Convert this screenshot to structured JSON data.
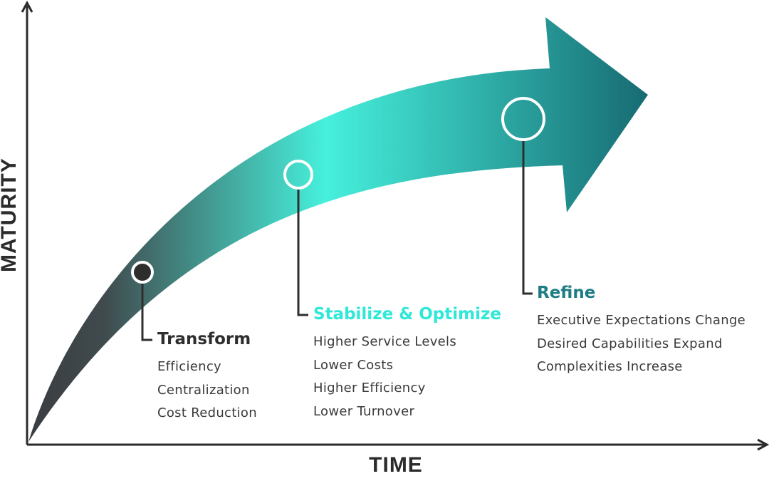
{
  "axes": {
    "x_label": "TIME",
    "y_label": "MATURITY"
  },
  "colors": {
    "axis": "#2b2b2b",
    "arrow_start": "#3a3d42",
    "arrow_mid": "#46f0dc",
    "arrow_end": "#176b73",
    "transform_title": "#2e2e2e",
    "stabilize_title": "#2ee8d8",
    "refine_title": "#1f7c84"
  },
  "stages": [
    {
      "id": "transform",
      "title": "Transform",
      "items": [
        "Efficiency",
        "Centralization",
        "Cost Reduction"
      ]
    },
    {
      "id": "stabilize",
      "title": "Stabilize & Optimize",
      "items": [
        "Higher Service Levels",
        "Lower Costs",
        "Higher Efficiency",
        "Lower Turnover"
      ]
    },
    {
      "id": "refine",
      "title": "Refine",
      "items": [
        "Executive Expectations Change",
        "Desired Capabilities Expand",
        "Complexities Increase"
      ]
    }
  ]
}
